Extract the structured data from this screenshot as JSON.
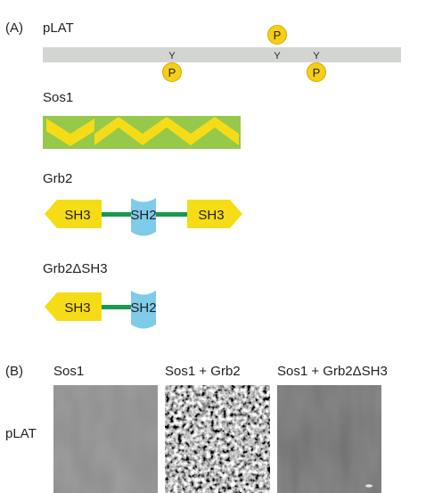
{
  "panel_a": {
    "label": "(A)",
    "plat": {
      "name": "pLAT",
      "tyrosine_label": "Y",
      "phospho_label": "P",
      "colors": {
        "bar": "#d3d5d3",
        "phospho": "#f5cf16"
      }
    },
    "sos1": {
      "name": "Sos1",
      "colors": {
        "background": "#96c84b",
        "chevron": "#f6dc16"
      }
    },
    "grb2": {
      "name": "Grb2",
      "sh3_left": "SH3",
      "sh2": "SH2",
      "sh3_right": "SH3",
      "colors": {
        "sh3": "#f6dc16",
        "sh2": "#7fcbea",
        "linker": "#179b4c"
      }
    },
    "grb2_dsh3": {
      "name": "Grb2ΔSH3",
      "sh3": "SH3",
      "sh2": "SH2"
    }
  },
  "panel_b": {
    "label": "(B)",
    "row_label": "pLAT",
    "columns": [
      "Sos1",
      "Sos1 + Grb2",
      "Sos1 + Grb2ΔSH3"
    ]
  }
}
